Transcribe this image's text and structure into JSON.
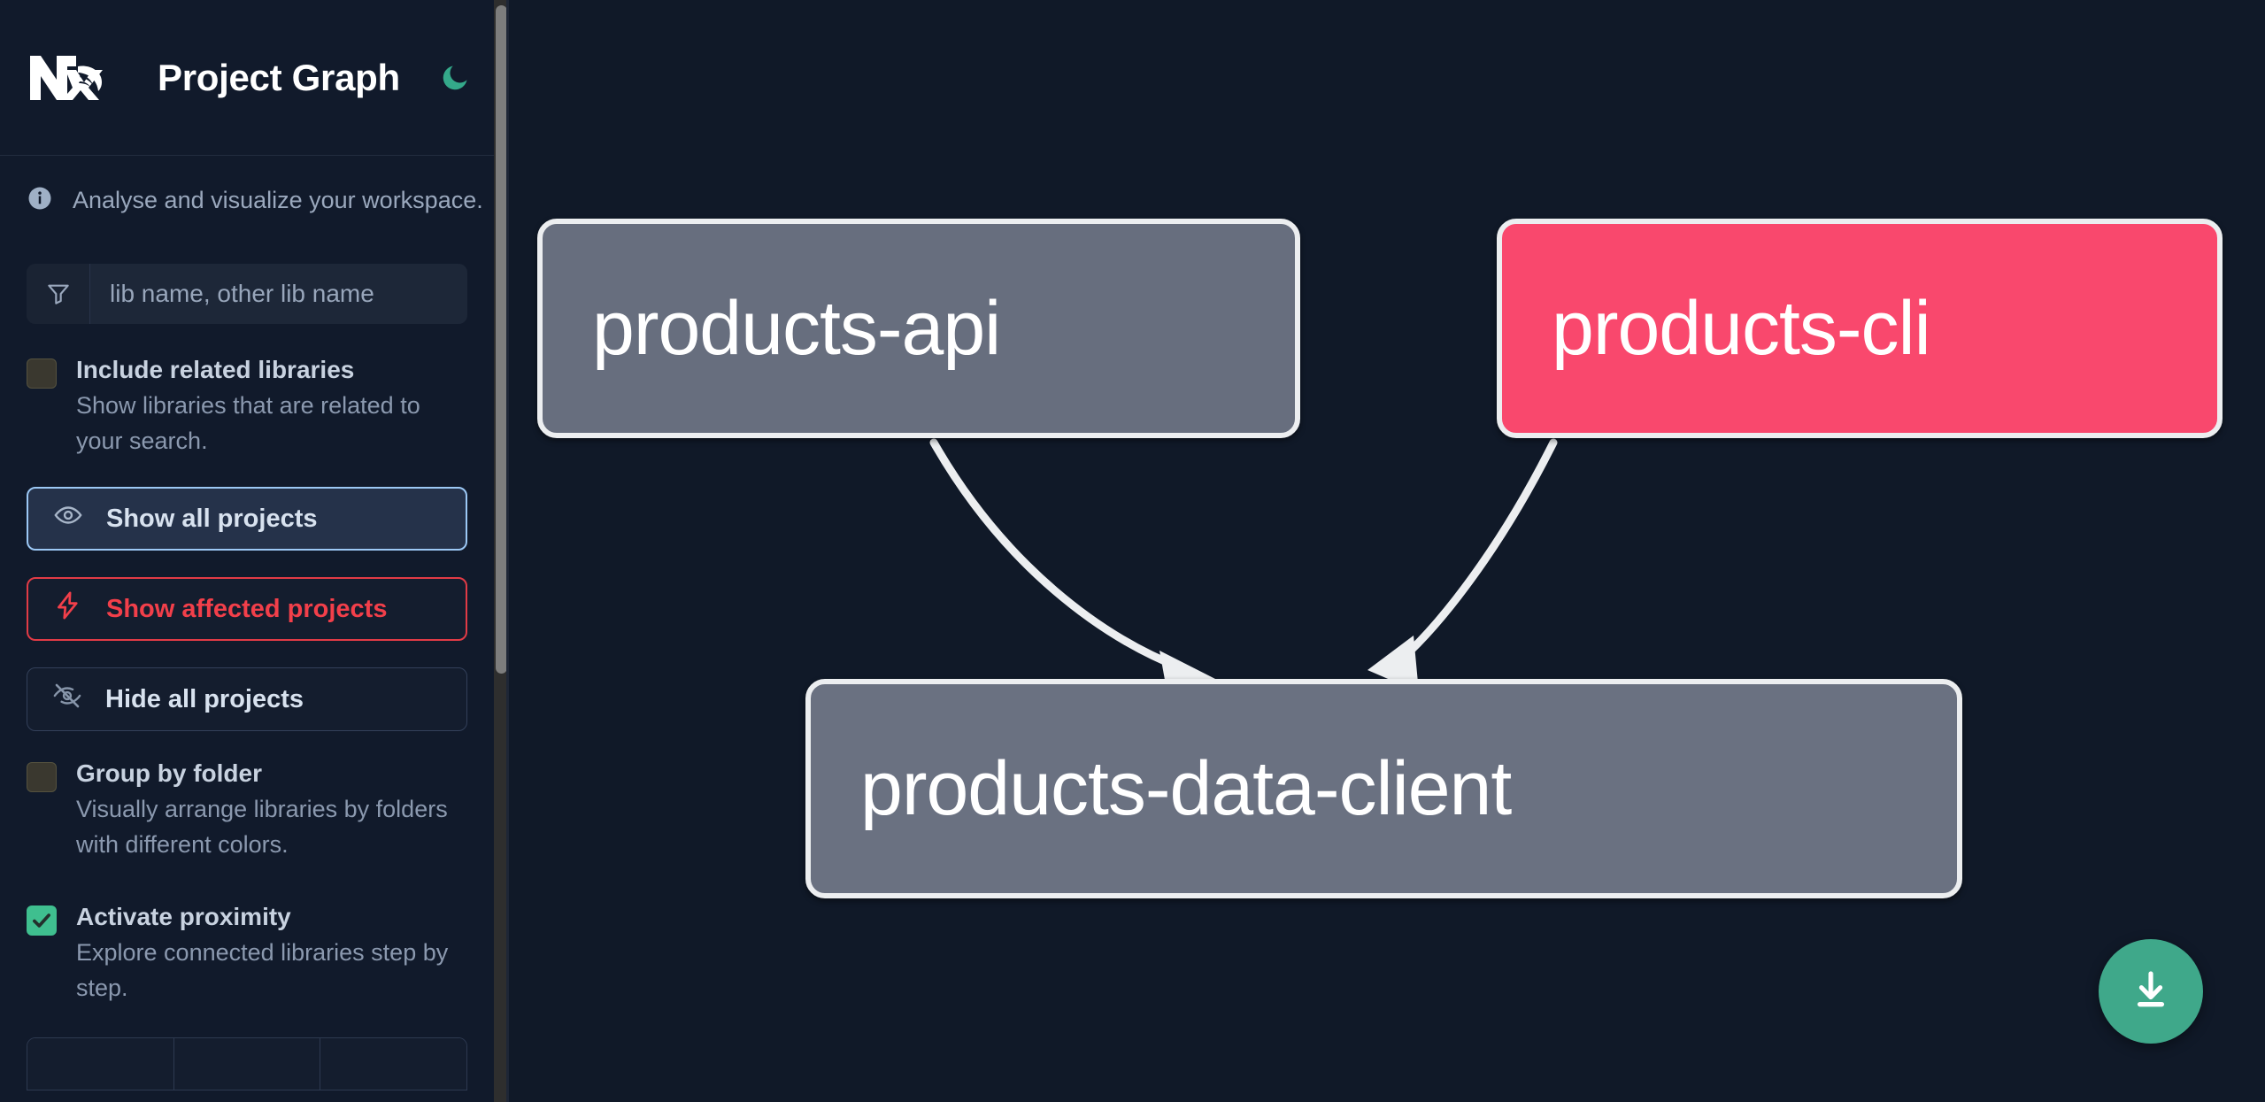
{
  "header": {
    "logo_icon": "nx-logo-icon",
    "title": "Project Graph",
    "theme_toggle_icon": "moon-icon"
  },
  "sidebar": {
    "tagline_icon": "info-icon",
    "tagline": "Analyse and visualize your workspace.",
    "search": {
      "icon": "filter-funnel-icon",
      "placeholder": "lib name, other lib name",
      "value": ""
    },
    "checkboxes": [
      {
        "id": "include-related-libraries",
        "label": "Include related libraries",
        "description": "Show libraries that are related to your search.",
        "checked": false
      },
      {
        "id": "group-by-folder",
        "label": "Group by folder",
        "description": "Visually arrange libraries by folders with different colors.",
        "checked": false
      },
      {
        "id": "activate-proximity",
        "label": "Activate proximity",
        "description": "Explore connected libraries step by step.",
        "checked": true
      }
    ],
    "buttons": [
      {
        "id": "show-all-projects",
        "label": "Show all projects",
        "icon": "eye-icon",
        "state": "selected"
      },
      {
        "id": "show-affected-projects",
        "label": "Show affected projects",
        "icon": "lightning-bolt-icon",
        "state": "affected"
      },
      {
        "id": "hide-all-projects",
        "label": "Hide all projects",
        "icon": "eye-off-icon",
        "state": "default"
      }
    ],
    "scrollbar": {
      "thumb_position_percent": 0,
      "thumb_size_percent": 61
    }
  },
  "graph": {
    "download_button_icon": "download-icon",
    "nodes": [
      {
        "id": "products-api",
        "label": "products-api",
        "color": "#676e7e",
        "state": "normal"
      },
      {
        "id": "products-cli",
        "label": "products-cli",
        "color": "#f9486d",
        "state": "affected"
      },
      {
        "id": "products-data-client",
        "label": "products-data-client",
        "color": "#6a7181",
        "state": "normal"
      }
    ],
    "edges": [
      {
        "from": "products-api",
        "to": "products-data-client"
      },
      {
        "from": "products-cli",
        "to": "products-data-client"
      }
    ]
  },
  "colors": {
    "background": "#0f1827",
    "sidebar": "#111a2b",
    "canvas": "#101928",
    "accent_green": "#3fa88a",
    "accent_red": "#f23f4a",
    "node_affected": "#f9486d",
    "node_normal": "#6a7181",
    "selected_border": "#9cc8f5"
  }
}
